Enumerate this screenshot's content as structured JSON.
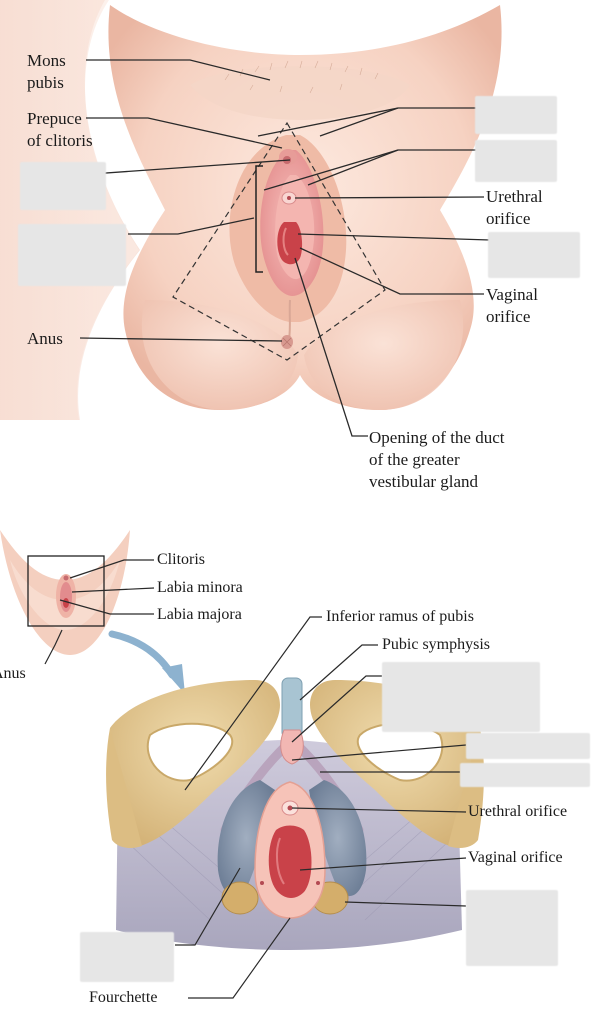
{
  "colors": {
    "skin_light": "#fbe6dc",
    "skin_mid": "#f3cdbd",
    "skin_dark": "#e4a895",
    "mucosa": "#f2a9a7",
    "mucosa_dark": "#d4676b",
    "opening": "#c73f45",
    "bone": "#e5c994",
    "bone_dark": "#c9a869",
    "gland_blue": "#7f8fa6",
    "muscle": "#b8b6c8",
    "cartilage": "#a8c4d2",
    "fat_yellow": "#c9a45e",
    "line": "#2a2a2a",
    "arrow": "#7fa6c6",
    "mask": "#e6e6e6"
  },
  "top": {
    "labels": {
      "mons_pubis": "Mons\npubis",
      "prepuce_of_clitoris": "Prepuce\nof clitoris",
      "urethral_orifice": "Urethral\norifice",
      "vaginal_orifice": "Vaginal\norifice",
      "anus": "Anus",
      "greater_vestibular_duct": "Opening of the duct\nof the greater\nvestibular gland"
    }
  },
  "inset": {
    "labels": {
      "clitoris": "Clitoris",
      "labia_minora": "Labia minora",
      "labia_majora": "Labia majora",
      "anus": "Anus"
    }
  },
  "bottom": {
    "labels": {
      "inferior_ramus": "Inferior ramus of pubis",
      "pubic_symphysis": "Pubic symphysis",
      "urethral_orifice": "Urethral orifice",
      "vaginal_orifice": "Vaginal orifice",
      "fourchette": "Fourchette"
    }
  }
}
